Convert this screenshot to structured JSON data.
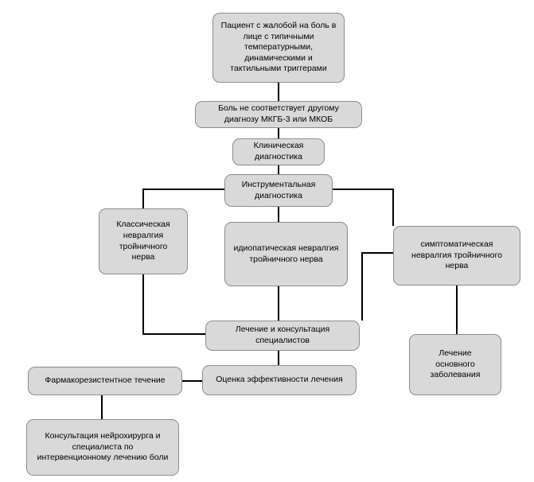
{
  "diagram": {
    "nodes": {
      "patient_complaint": "Пациент с жалобой на боль в лице с типичными температурными, динамическими и тактильными триггерами",
      "not_other_diagnosis": "Боль не соответствует другому диагнозу МКГБ-3 или МКОБ",
      "clinical_diagnostics": "Клиническая диагностика",
      "instrumental_diagnostics": "Инструментальная диагностика",
      "classic_neuralgia": "Классическая невралгия тройничного нерва",
      "idiopathic_neuralgia": "идиопатическая невралгия тройничного нерва",
      "symptomatic_neuralgia": "симптоматическая невралгия тройничного нерва",
      "treatment_consultation": "Лечение и консультация специалистов",
      "underlying_disease_treatment": "Лечение основного заболевания",
      "effectiveness_assessment": "Оценка эффективности лечения",
      "pharmacoresistant_course": "Фармакорезистентное течение",
      "neurosurgeon_consultation": "Консультация нейрохирурга и специалиста по интервенционному лечению боли"
    },
    "colors": {
      "node_fill": "#d9d9d9",
      "node_border": "#8c8c8c",
      "connector": "#000000"
    }
  }
}
